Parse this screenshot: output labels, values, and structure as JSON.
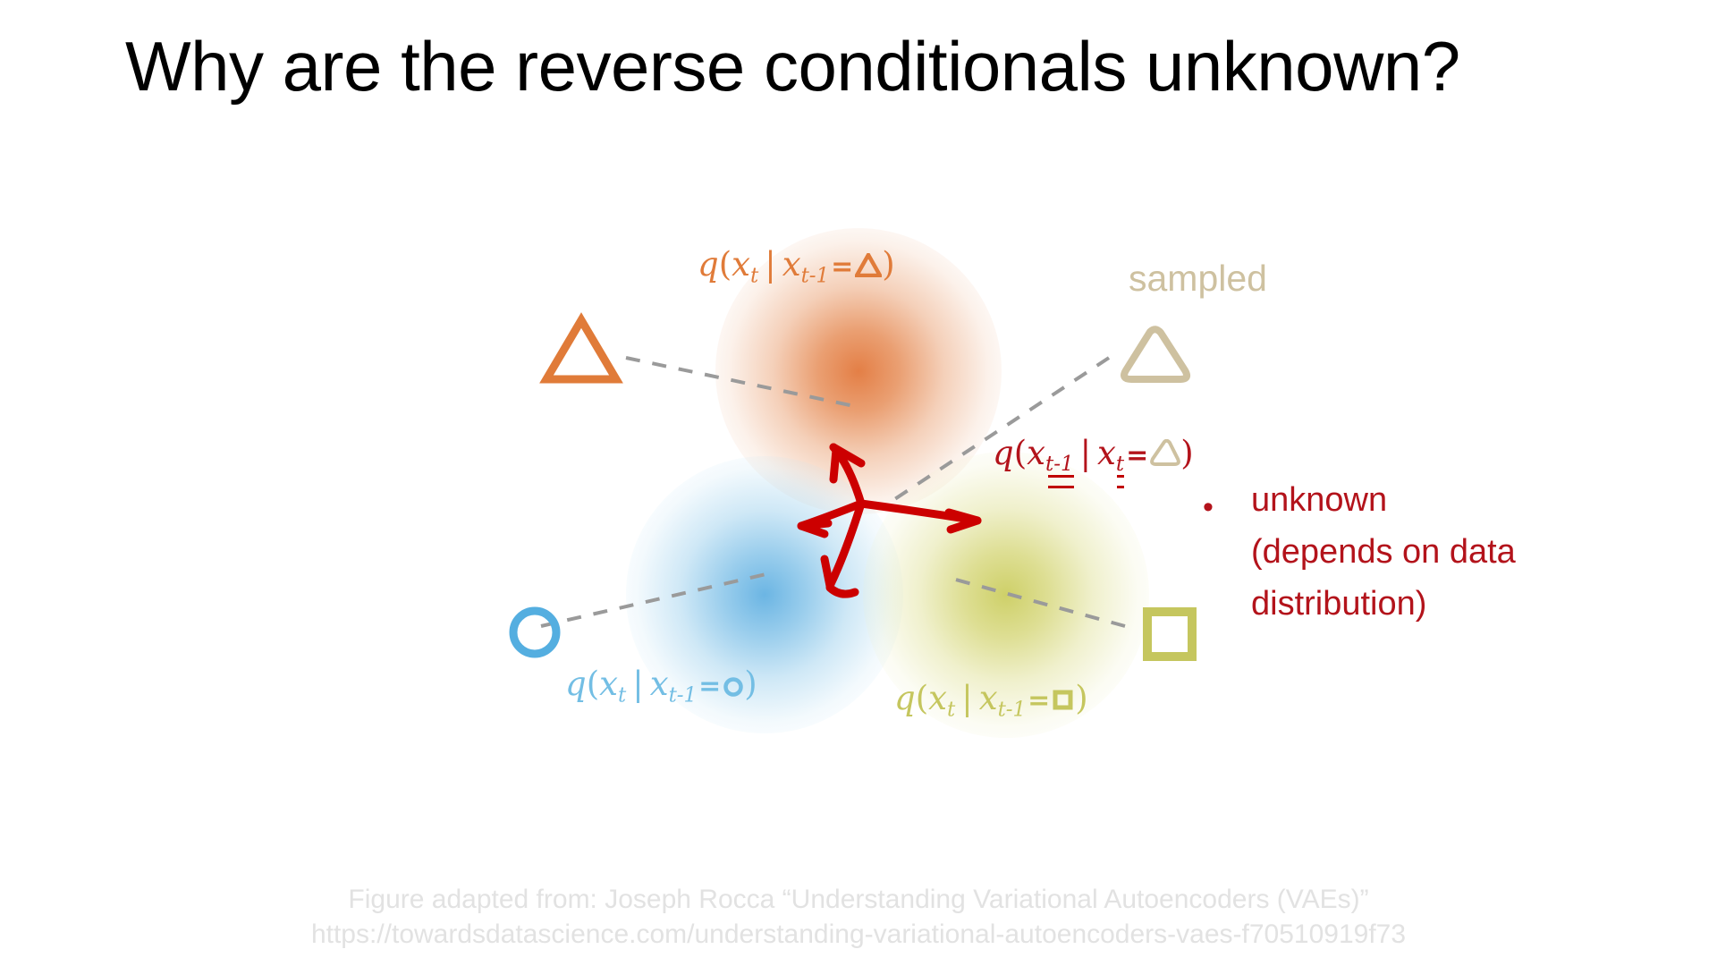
{
  "slide": {
    "title": "Why are the reverse conditionals unknown?",
    "background_color": "#FFFFFF"
  },
  "colors": {
    "orange": "#E07B39",
    "blue": "#73BEE4",
    "olive": "#C5C65E",
    "tan": "#CEC1A0",
    "red": "#B3131B",
    "dashed_gray": "#9A9A9A",
    "caption_gray": "#E2E2E2",
    "title_black": "#000000"
  },
  "formulas": {
    "orange": {
      "full_text": "q(x_t | x_t-1 = △)",
      "fn": "q",
      "open": "(",
      "var1": "x",
      "sub1": "t",
      "bar": "|",
      "var2": "x",
      "sub2": "t-1",
      "eq": "=",
      "glyph": "triangle",
      "close": ")",
      "color": "#E07B39"
    },
    "blue": {
      "full_text": "q(x_t | x_t-1 = ○)",
      "fn": "q",
      "open": "(",
      "var1": "x",
      "sub1": "t",
      "bar": "|",
      "var2": "x",
      "sub2": "t-1",
      "eq": "=",
      "glyph": "circle",
      "close": ")",
      "color": "#73BEE4"
    },
    "olive": {
      "full_text": "q(x_t | x_t-1 = □)",
      "fn": "q",
      "open": "(",
      "var1": "x",
      "sub1": "t",
      "bar": "|",
      "var2": "x",
      "sub2": "t-1",
      "eq": "=",
      "glyph": "square",
      "close": ")",
      "color": "#C5C65E"
    },
    "red": {
      "full_text": "q(x_t-1 | x_t = ⬭)",
      "fn": "q",
      "open": "(",
      "var1": "x",
      "sub1": "t-1",
      "bar": "|",
      "var2": "x",
      "sub2": "t",
      "eq": "=",
      "glyph": "rounded-triangle",
      "close": ")",
      "color": "#B3131B",
      "underline_note": "double underline under both subscripts"
    }
  },
  "labels": {
    "sampled": "sampled",
    "unknown_bullet_marker": "•",
    "unknown_line1": "unknown",
    "unknown_line2": "(depends on data",
    "unknown_line3": "distribution)"
  },
  "markers": [
    {
      "name": "triangle-marker",
      "shape": "triangle",
      "color": "#E07B39"
    },
    {
      "name": "circle-marker",
      "shape": "circle",
      "color": "#54AEE0"
    },
    {
      "name": "square-marker",
      "shape": "square",
      "color": "#C5C65E"
    },
    {
      "name": "rounded-triangle-marker",
      "shape": "rounded-triangle",
      "color": "#CEC1A0"
    }
  ],
  "caption": {
    "line1": "Figure adapted from: Joseph Rocca “Understanding Variational Autoencoders (VAEs)”",
    "line2": "https://towardsdatascience.com/understanding-variational-autoencoders-vaes-f70510919f73"
  }
}
